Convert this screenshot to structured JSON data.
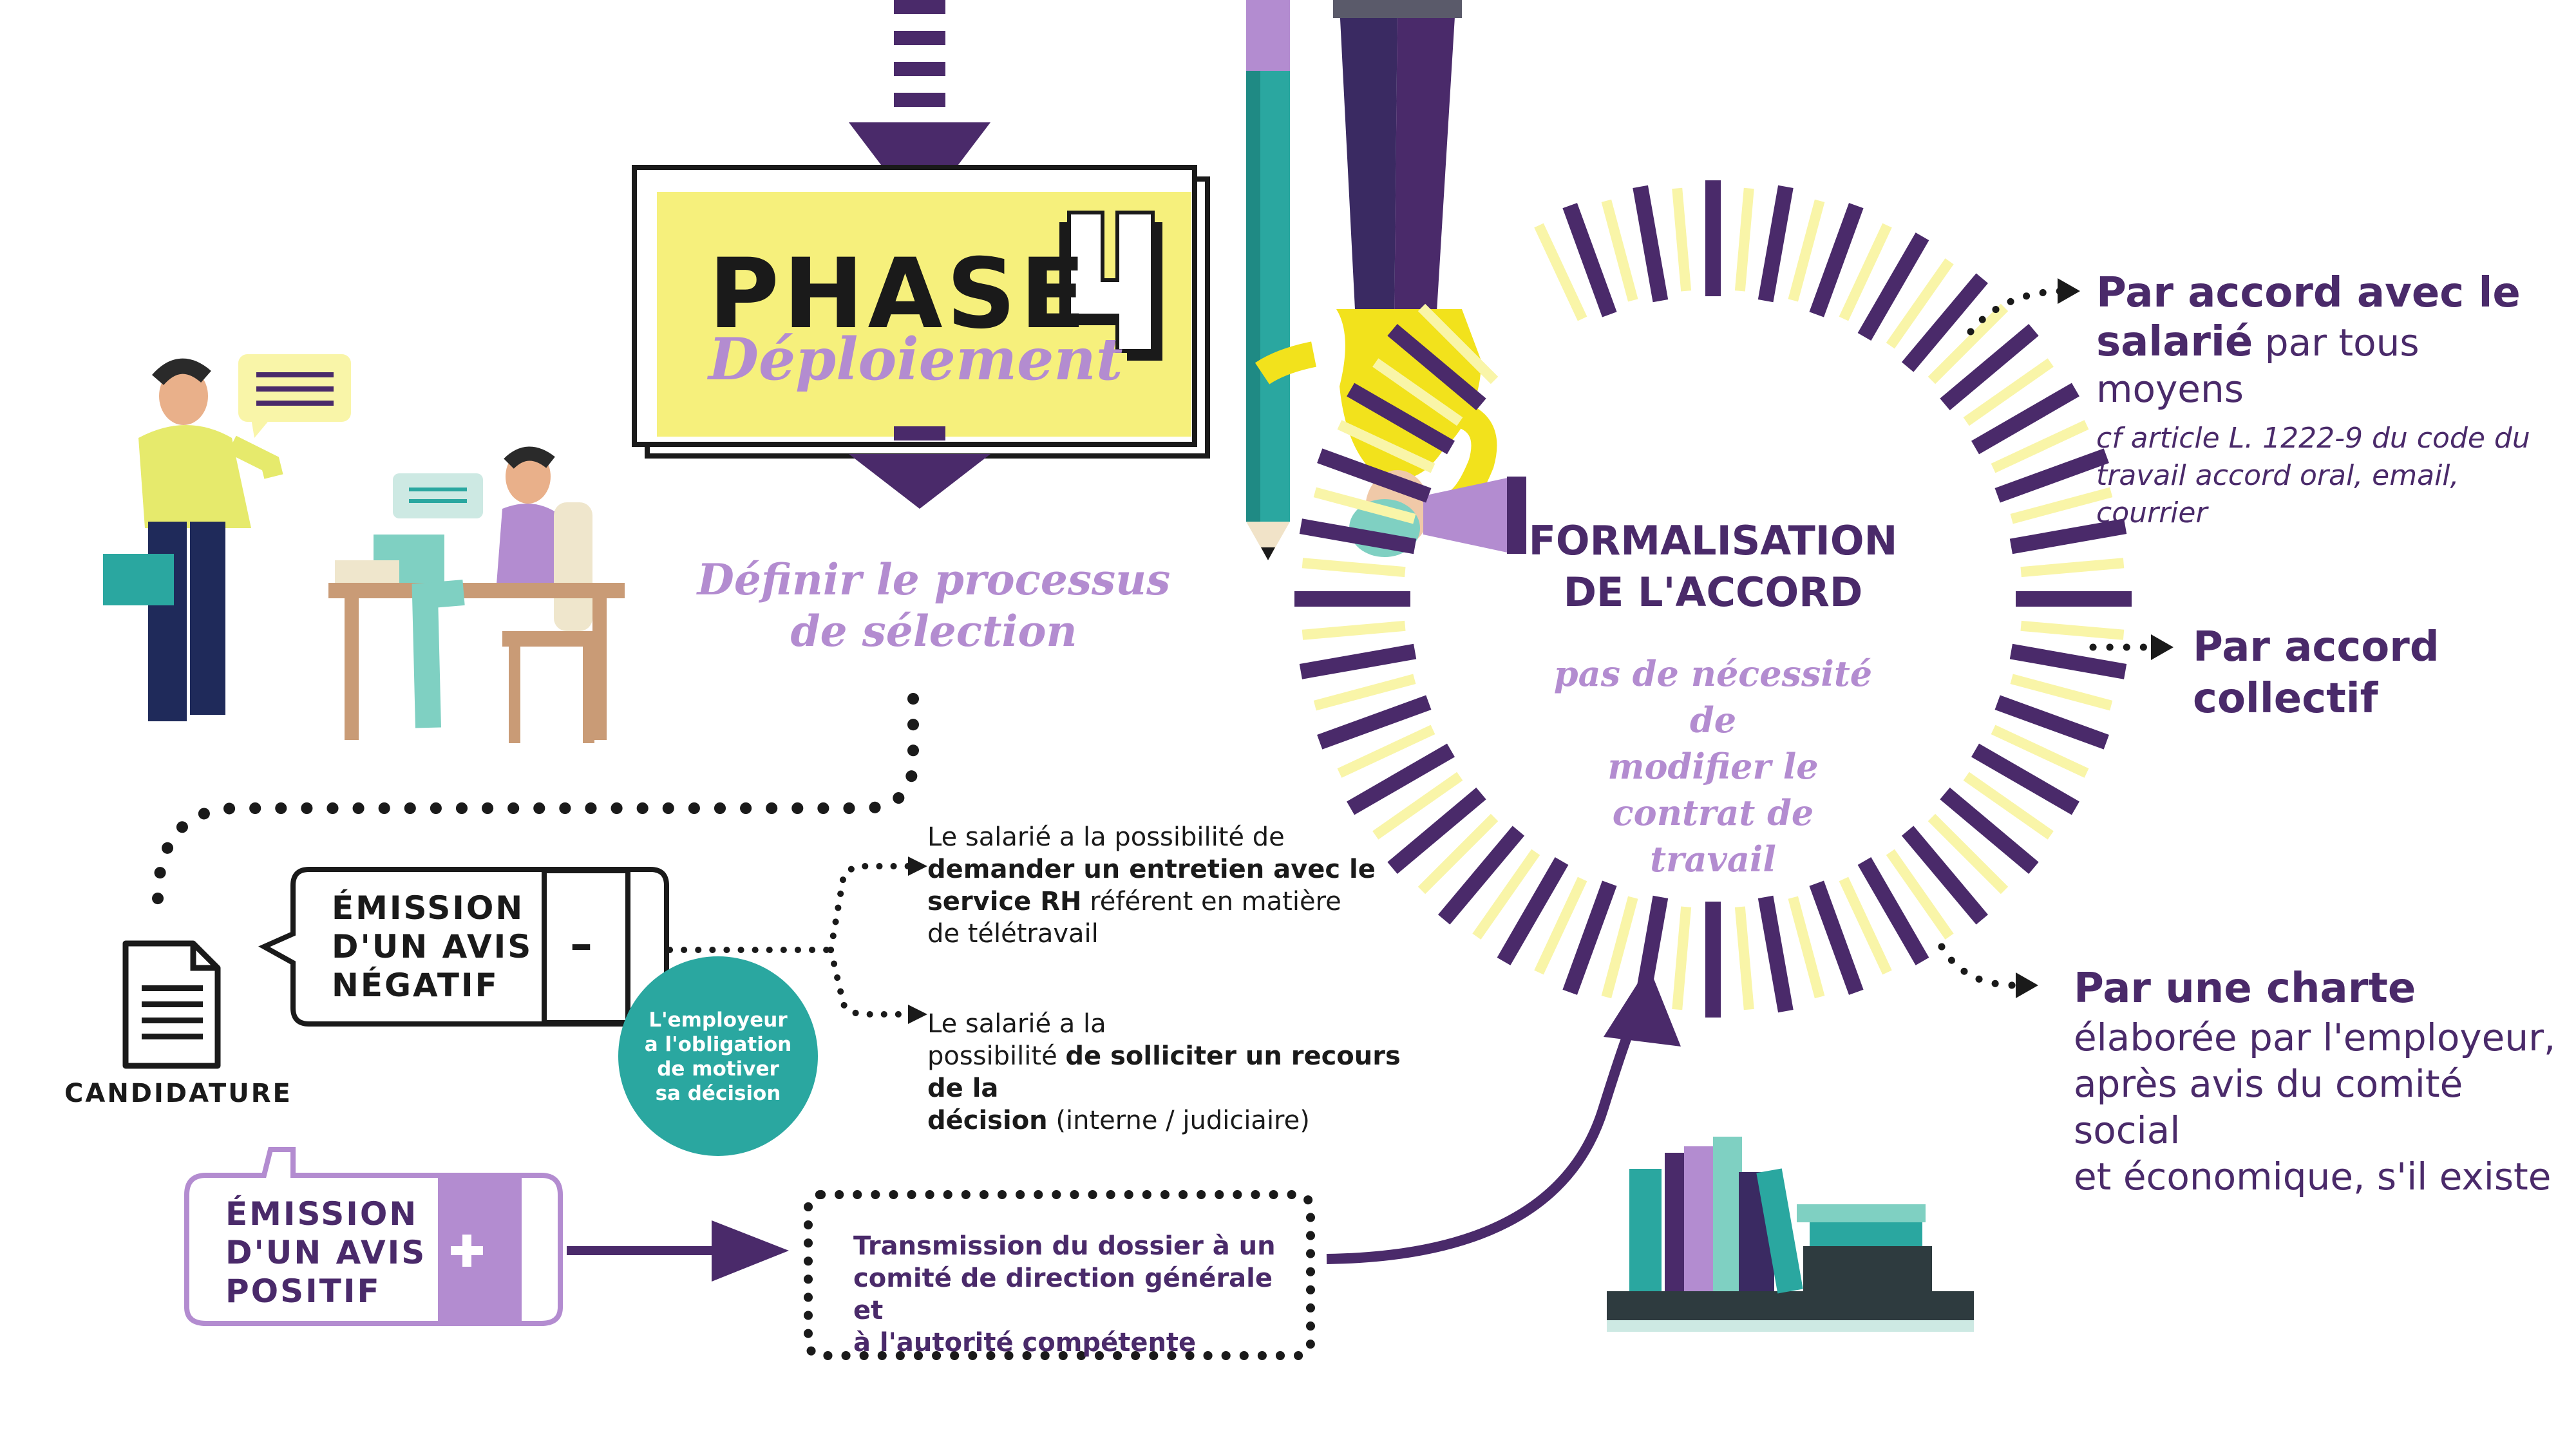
{
  "phase": {
    "label": "PHASE",
    "number": "4",
    "subtitle": "Déploiement"
  },
  "step_define": {
    "line1": "Définir le processus",
    "line2": "de sélection"
  },
  "negative": {
    "lines": [
      "ÉMISSION",
      "D'UN AVIS",
      "NÉGATIF"
    ],
    "sign": "–"
  },
  "positive": {
    "lines": [
      "ÉMISSION",
      "D'UN AVIS",
      "POSITIF"
    ],
    "sign": "+"
  },
  "candidature_label": "CANDIDATURE",
  "employer_obligation": {
    "lines": [
      "L'employeur",
      "a l'obligation",
      "de motiver",
      "sa décision"
    ]
  },
  "note_interview": {
    "l1": "Le salarié a la possibilité de",
    "l2_bold": "demander un entretien avec le",
    "l3_bold": "service RH",
    "l3_rest": " référent en matière",
    "l4": "de télétravail"
  },
  "note_appeal": {
    "l1": "Le salarié a la",
    "l2_start": "possibilité ",
    "l2_bold": "de solliciter un recours de la",
    "l3_bold": "décision",
    "l3_rest": " (interne / judiciaire)"
  },
  "transmission": {
    "lines": [
      "Transmission du dossier à un",
      "comité de direction générale et",
      "à l'autorité compétente"
    ]
  },
  "formalisation": {
    "title_l1": "FORMALISATION",
    "title_l2": "DE L'ACCORD",
    "sub_lines": [
      "pas de nécessité de",
      "modifier le contrat de",
      "travail"
    ]
  },
  "option_employee": {
    "head_l1": "Par accord avec le",
    "head_l2_bold": "salarié",
    "head_l2_rest": " par tous moyens",
    "small_l1": "cf article L. 1222-9 du code du",
    "small_l2": "travail accord oral, email, courrier"
  },
  "option_collective": {
    "l1": "Par accord",
    "l2": "collectif"
  },
  "option_charter": {
    "head": "Par une charte",
    "lines": [
      "élaborée par l'employeur,",
      "après avis du comité social",
      "et économique, s'il existe"
    ]
  },
  "colors": {
    "purple": "#4a2a6a",
    "lilac": "#b38cd0",
    "yellow": "#f6f07c",
    "teal": "#2aa7a0",
    "pale_yellow": "#f9f5a8"
  }
}
